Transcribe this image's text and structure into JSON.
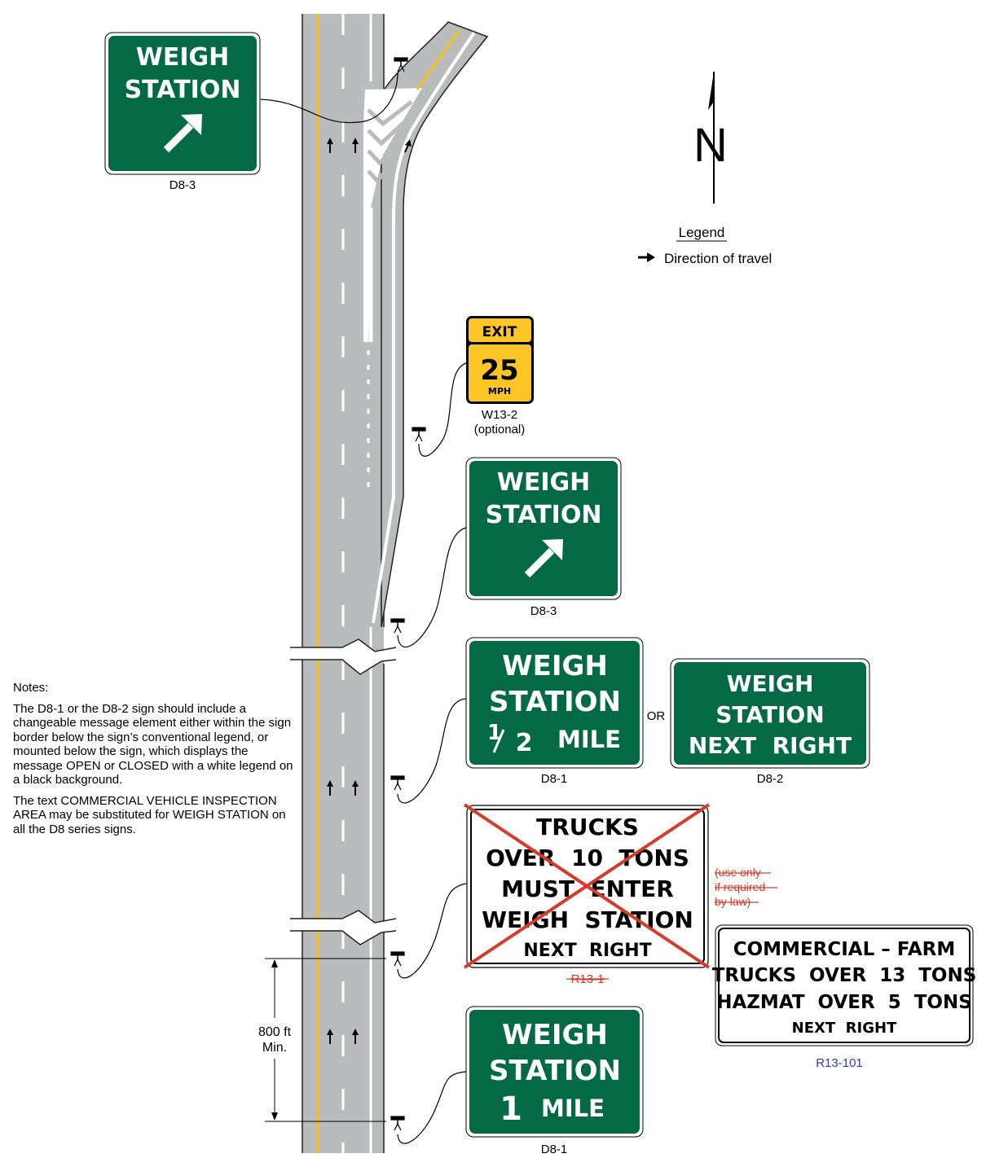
{
  "colors": {
    "guide_green": "#046a46",
    "road_gray": "#b9bbbd",
    "center_yellow": "#f2c21a",
    "warning_yellow": "#fbc526",
    "strike_red": "#d63a2a",
    "link_blue": "#2b39c9"
  },
  "legend": {
    "title": "Legend",
    "arrow_label": "Direction of travel",
    "north_letter": "N"
  },
  "signs": {
    "d83_top": {
      "line1": "WEIGH",
      "line2": "STATION",
      "code": "D8-3",
      "arrow_icon": "up-right-arrow"
    },
    "w132": {
      "top": "EXIT",
      "speed": "25",
      "unit": "MPH",
      "code": "W13-2",
      "note": "(optional)"
    },
    "d83_mid": {
      "line1": "WEIGH",
      "line2": "STATION",
      "code": "D8-3",
      "arrow_icon": "up-right-arrow"
    },
    "d81_half": {
      "line1": "WEIGH",
      "line2": "STATION",
      "frac_num": "1",
      "frac_den": "2",
      "unit": "MILE",
      "code": "D8-1"
    },
    "or_label": "OR",
    "d82": {
      "line1": "WEIGH",
      "line2": "STATION",
      "line3": "NEXT  RIGHT",
      "code": "D8-2"
    },
    "r131": {
      "line1": "TRUCKS",
      "line2": "OVER  10  TONS",
      "line3": "MUST  ENTER",
      "line4": "WEIGH  STATION",
      "line5": "NEXT  RIGHT",
      "code": "R13-1",
      "status": "crossed-out"
    },
    "use_only": {
      "line1": "(use only",
      "line2": "if required",
      "line3": "by law)"
    },
    "r13101": {
      "line1": "COMMERCIAL – FARM",
      "line2": "TRUCKS  OVER  13  TONS",
      "line3": "HAZMAT  OVER  5  TONS",
      "line4": "NEXT  RIGHT",
      "code": "R13-101"
    },
    "d81_one": {
      "line1": "WEIGH",
      "line2": "STATION",
      "num": "1",
      "unit": "MILE",
      "code": "D8-1"
    }
  },
  "dimension": {
    "value": "800 ft",
    "label": "Min."
  },
  "notes": {
    "heading": "Notes:",
    "paragraphs": [
      "The D8-1 or the D8-2 sign should include a changeable message element either within the sign border below the sign’s conventional legend, or mounted below the sign, which displays the message OPEN or CLOSED with a white legend on a black background.",
      "The text COMMERCIAL VEHICLE INSPECTION AREA may be substituted for WEIGH STATION on all the D8 series signs."
    ]
  }
}
